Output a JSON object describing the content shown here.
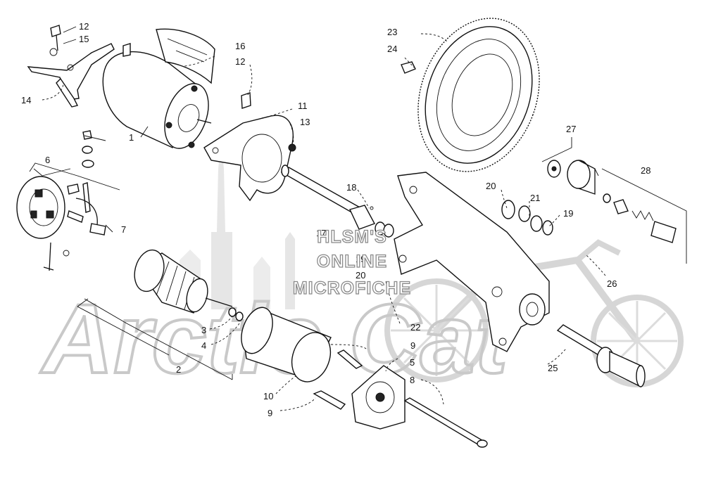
{
  "watermark": {
    "line1": "HLSM'S",
    "line2": "ONLINE",
    "line3": "MICROFICHE",
    "logo_text": "Arctic Cat"
  },
  "callouts": [
    {
      "id": "c1",
      "text": "1"
    },
    {
      "id": "c2",
      "text": "2"
    },
    {
      "id": "c3",
      "text": "3"
    },
    {
      "id": "c4",
      "text": "4"
    },
    {
      "id": "c5",
      "text": "5"
    },
    {
      "id": "c6",
      "text": "6"
    },
    {
      "id": "c7",
      "text": "7"
    },
    {
      "id": "c8",
      "text": "8"
    },
    {
      "id": "c9a",
      "text": "9"
    },
    {
      "id": "c9b",
      "text": "9"
    },
    {
      "id": "c10",
      "text": "10"
    },
    {
      "id": "c11",
      "text": "11"
    },
    {
      "id": "c12a",
      "text": "12"
    },
    {
      "id": "c12b",
      "text": "12"
    },
    {
      "id": "c13",
      "text": "13"
    },
    {
      "id": "c14",
      "text": "14"
    },
    {
      "id": "c15",
      "text": "15"
    },
    {
      "id": "c16",
      "text": "16"
    },
    {
      "id": "c17",
      "text": "17"
    },
    {
      "id": "c18",
      "text": "18"
    },
    {
      "id": "c19a",
      "text": "19"
    },
    {
      "id": "c19b",
      "text": "19"
    },
    {
      "id": "c20a",
      "text": "20"
    },
    {
      "id": "c20b",
      "text": "20"
    },
    {
      "id": "c21",
      "text": "21"
    },
    {
      "id": "c22",
      "text": "22"
    },
    {
      "id": "c23",
      "text": "23"
    },
    {
      "id": "c24",
      "text": "24"
    },
    {
      "id": "c25",
      "text": "25"
    },
    {
      "id": "c26",
      "text": "26"
    },
    {
      "id": "c27",
      "text": "27"
    },
    {
      "id": "c28",
      "text": "28"
    }
  ]
}
